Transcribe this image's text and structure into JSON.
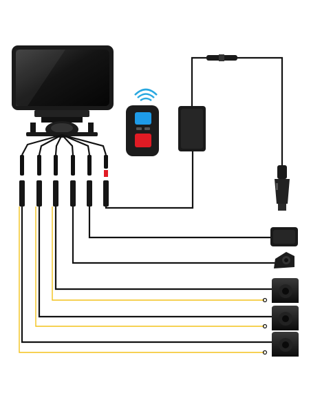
{
  "image": {
    "subject": "dash-cam-kit-product-photo",
    "colors": {
      "background": "#ffffff",
      "cable": "#111111",
      "yellow_wire": "#f3c21a",
      "remote_blue": "#1e9be8",
      "remote_red": "#e01b24",
      "remote_signal": "#29a8e0",
      "device_body": "#1a1a1a"
    },
    "components": [
      {
        "name": "monitor-with-bracket",
        "count": 1
      },
      {
        "name": "wireless-remote",
        "count": 1
      },
      {
        "name": "power-adapter-box",
        "count": 1
      },
      {
        "name": "cigarette-lighter-plug",
        "count": 1
      },
      {
        "name": "gps-module",
        "count": 1
      },
      {
        "name": "front-camera",
        "count": 1
      },
      {
        "name": "side-camera",
        "count": 3
      }
    ]
  }
}
